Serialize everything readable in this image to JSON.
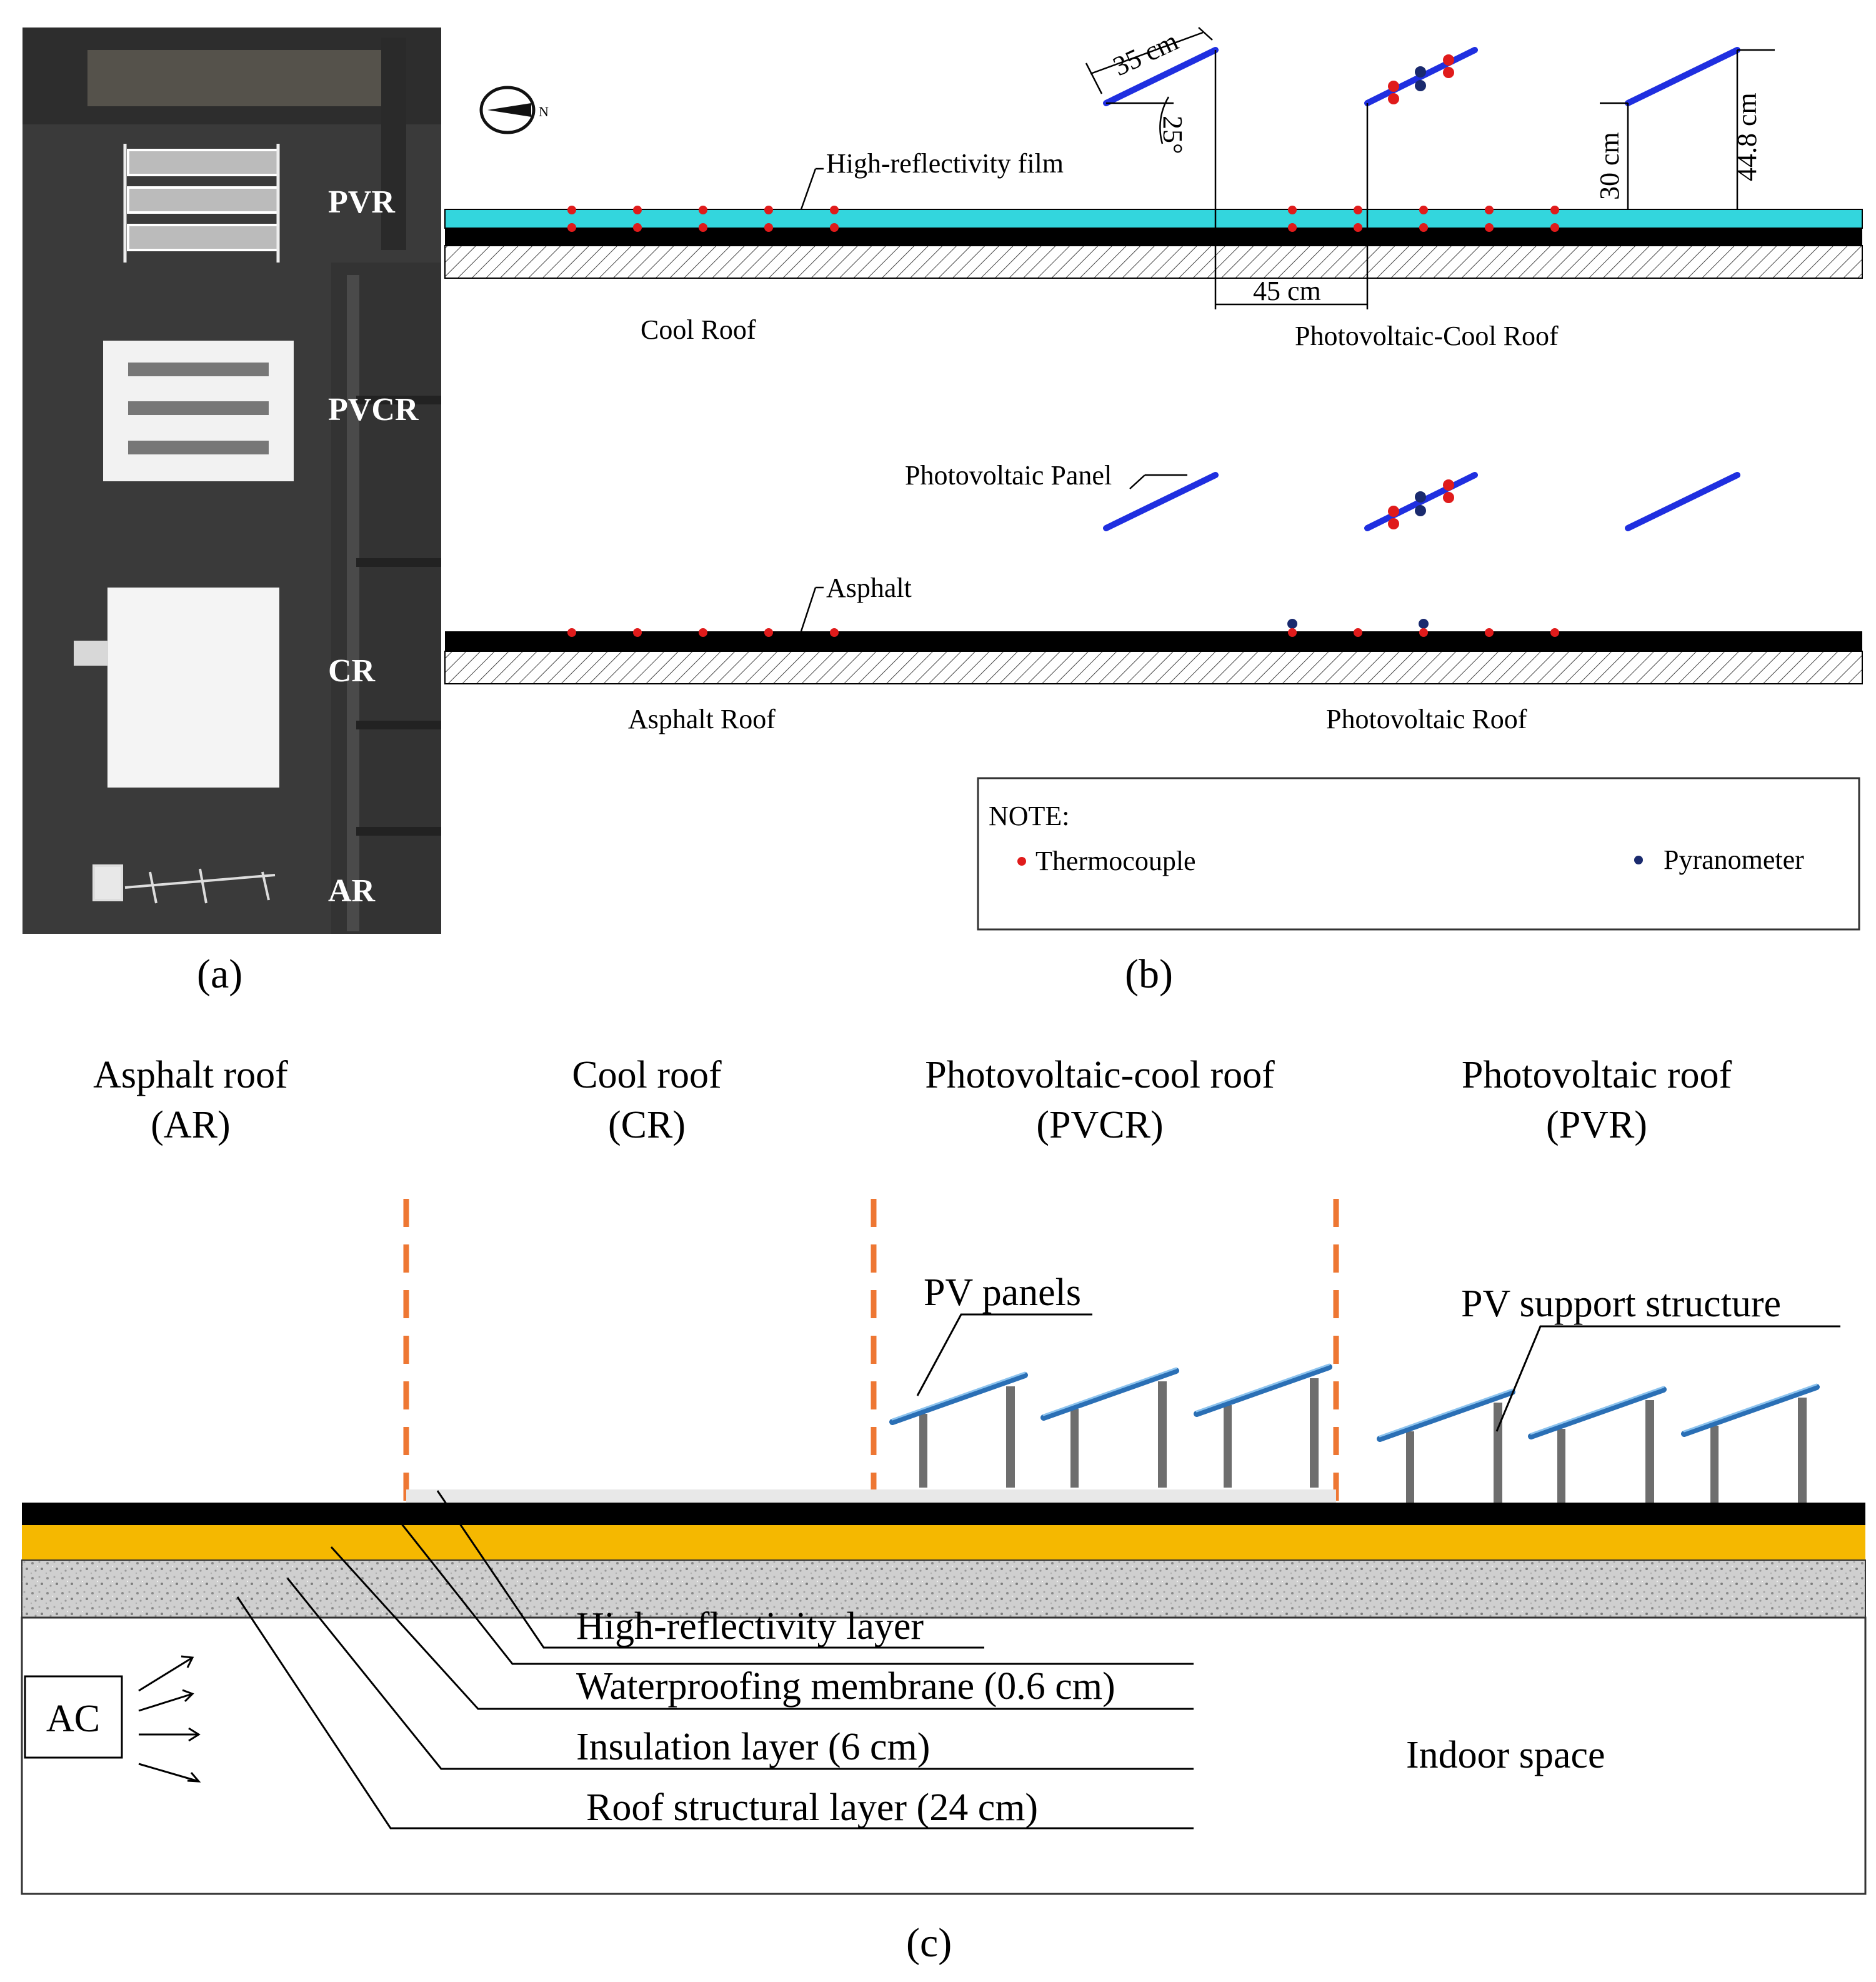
{
  "panel_a": {
    "caption": "(a)",
    "labels": [
      "PVR",
      "PVCR",
      "CR",
      "AR"
    ],
    "roof_color": "#3a3a3a",
    "compass_letter": "N"
  },
  "panel_b": {
    "caption": "(b)",
    "dims": {
      "panel_length": "35 cm",
      "tilt_angle": "25°",
      "spacing": "45 cm",
      "low_height": "30 cm",
      "high_height": "44.8 cm"
    },
    "labels": {
      "film": "High-reflectivity film",
      "cool_roof": "Cool Roof",
      "pv_cool_roof": "Photovoltaic-Cool Roof",
      "pv_panel": "Photovoltaic Panel",
      "asphalt": "Asphalt",
      "asphalt_roof": "Asphalt  Roof",
      "pv_roof": "Photovoltaic Roof"
    },
    "note": {
      "title": "NOTE:",
      "thermocouple": "Thermocouple",
      "pyranometer": "Pyranometer"
    },
    "colors": {
      "film": "#33d6dd",
      "panel": "#1f2fe0",
      "thermocouple": "#e01b1b",
      "pyranometer": "#1a2a6e"
    }
  },
  "panel_c": {
    "caption": "(c)",
    "headers": [
      {
        "name": "Asphalt roof",
        "abbr": "(AR)"
      },
      {
        "name": "Cool roof",
        "abbr": "(CR)"
      },
      {
        "name": "Photovoltaic-cool roof",
        "abbr": "(PVCR)"
      },
      {
        "name": "Photovoltaic roof",
        "abbr": "(PVR)"
      }
    ],
    "pv_panels": "PV panels",
    "pv_support": "PV support structure",
    "layers": [
      "High-reflectivity layer",
      "Waterproofing membrane (0.6 cm)",
      "Insulation layer (6 cm)",
      "Roof structural layer (24 cm)"
    ],
    "ac": "AC",
    "indoor": "Indoor space",
    "colors": {
      "divider": "#ee7733",
      "insulation": "#f5b800",
      "membrane": "#000000",
      "structure": "#c9c9c9"
    }
  }
}
